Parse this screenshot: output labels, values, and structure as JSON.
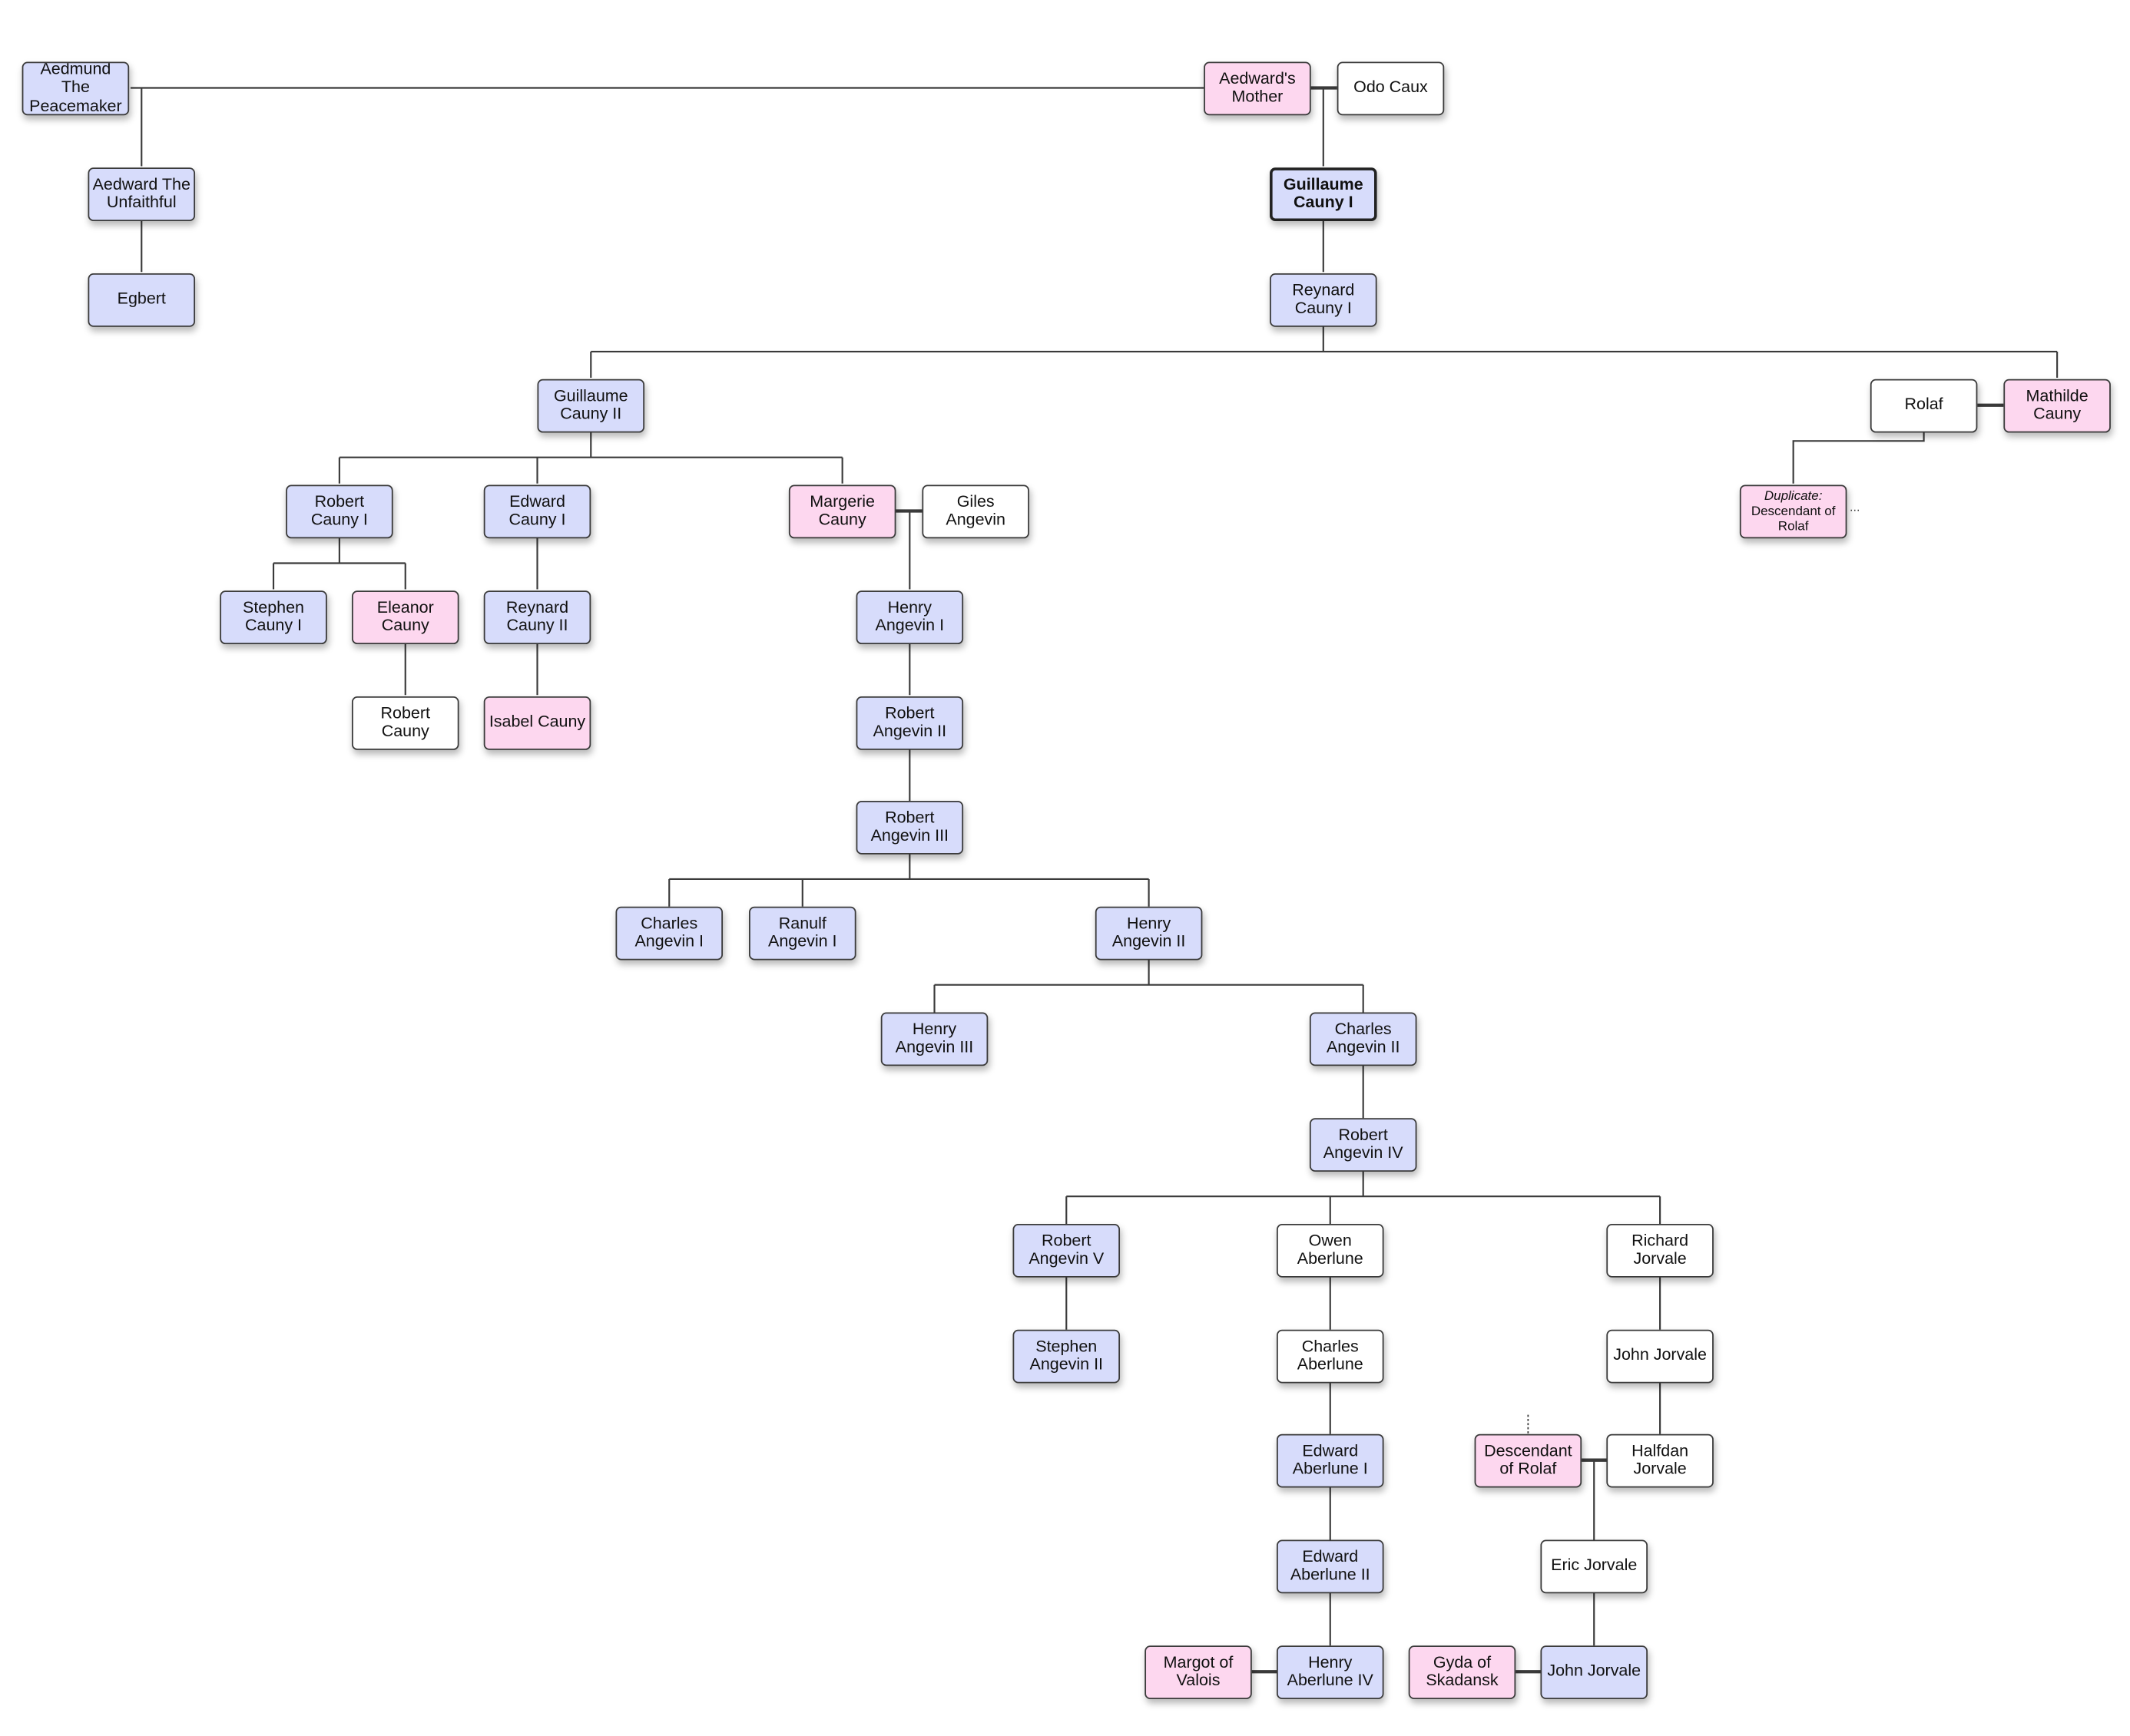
{
  "colors": {
    "male": "#d7dcfb",
    "female": "#fdd7ef",
    "unknown": "#ffffff",
    "line": "#3a3a3a"
  },
  "nodes": [
    {
      "name": "Aedmund The Peacemaker",
      "kind": "male"
    },
    {
      "name": "Aedward's Mother",
      "kind": "female"
    },
    {
      "name": "Odo Caux",
      "kind": "unknown"
    },
    {
      "name": "Aedward The Unfaithful",
      "kind": "male"
    },
    {
      "name": "Egbert",
      "kind": "male"
    },
    {
      "name": "Guillaume Cauny I",
      "kind": "male",
      "focus": true
    },
    {
      "name": "Reynard Cauny I",
      "kind": "male"
    },
    {
      "name": "Guillaume Cauny II",
      "kind": "male"
    },
    {
      "name": "Rolaf",
      "kind": "unknown"
    },
    {
      "name": "Mathilde Cauny",
      "kind": "female"
    },
    {
      "name": "Robert Cauny I",
      "kind": "male"
    },
    {
      "name": "Edward Cauny I",
      "kind": "male"
    },
    {
      "name": "Margerie Cauny",
      "kind": "female"
    },
    {
      "name": "Giles Angevin",
      "kind": "unknown"
    },
    {
      "name": "Descendant of Rolaf",
      "prefix": "Duplicate:",
      "kind": "female",
      "more": "..."
    },
    {
      "name": "Stephen Cauny I",
      "kind": "male"
    },
    {
      "name": "Eleanor Cauny",
      "kind": "female"
    },
    {
      "name": "Reynard Cauny II",
      "kind": "male"
    },
    {
      "name": "Henry Angevin I",
      "kind": "male"
    },
    {
      "name": "Robert Cauny",
      "kind": "unknown"
    },
    {
      "name": "Isabel Cauny",
      "kind": "female"
    },
    {
      "name": "Robert Angevin II",
      "kind": "male"
    },
    {
      "name": "Robert Angevin III",
      "kind": "male"
    },
    {
      "name": "Charles Angevin I",
      "kind": "male"
    },
    {
      "name": "Ranulf Angevin I",
      "kind": "male"
    },
    {
      "name": "Henry Angevin II",
      "kind": "male"
    },
    {
      "name": "Henry Angevin III",
      "kind": "male"
    },
    {
      "name": "Charles Angevin II",
      "kind": "male"
    },
    {
      "name": "Robert Angevin IV",
      "kind": "male"
    },
    {
      "name": "Robert Angevin V",
      "kind": "male"
    },
    {
      "name": "Owen Aberlune",
      "kind": "unknown"
    },
    {
      "name": "Richard Jorvale",
      "kind": "unknown"
    },
    {
      "name": "Stephen Angevin II",
      "kind": "male"
    },
    {
      "name": "Charles Aberlune",
      "kind": "unknown"
    },
    {
      "name": "John Jorvale",
      "kind": "unknown"
    },
    {
      "name": "Edward Aberlune I",
      "kind": "male"
    },
    {
      "name": "Descendant of Rolaf",
      "kind": "female"
    },
    {
      "name": "Halfdan Jorvale",
      "kind": "unknown"
    },
    {
      "name": "Edward Aberlune II",
      "kind": "male"
    },
    {
      "name": "Eric Jorvale",
      "kind": "unknown"
    },
    {
      "name": "Margot of Valois",
      "kind": "female"
    },
    {
      "name": "Henry Aberlune IV",
      "kind": "male"
    },
    {
      "name": "Gyda of Skadansk",
      "kind": "female"
    },
    {
      "name": "John Jorvale",
      "kind": "male"
    }
  ]
}
